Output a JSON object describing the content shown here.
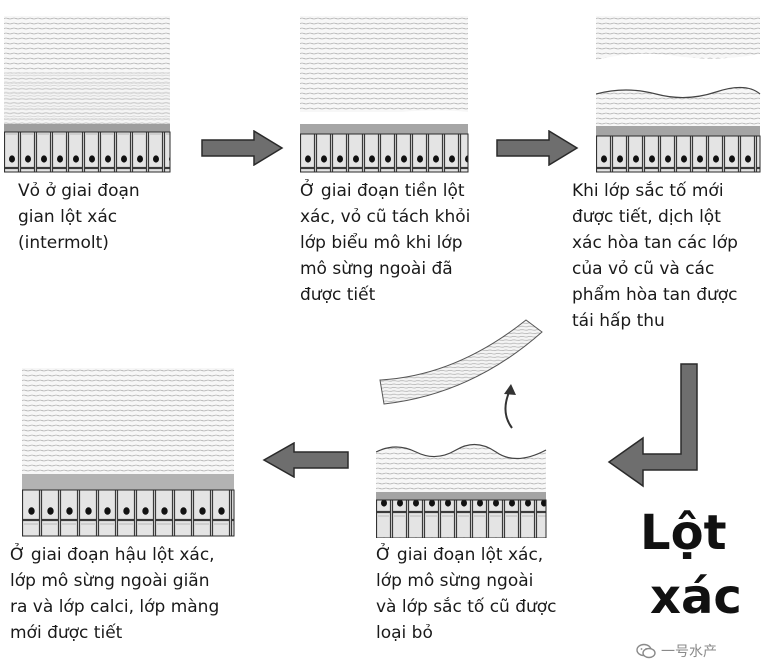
{
  "panels": {
    "intermolt": {
      "caption": "Vỏ ở giai đoạn\ngian lột xác\n(intermolt)"
    },
    "premolt": {
      "caption": "Ở giai đoạn tiền lột\nxác, vỏ cũ tách khỏi\nlớp biểu mô khi lớp\nmô sừng ngoài đã\nđược tiết"
    },
    "digestion": {
      "caption": "Khi lớp sắc tố mới\nđược tiết, dịch lột\nxác hòa tan các lớp\ncủa vỏ cũ và các\nphẩm hòa tan được\ntái hấp thu"
    },
    "ecdysis": {
      "caption": "Ở giai đoạn lột xác,\nlớp mô sừng ngoài\nvà lớp sắc tố cũ được\nloại bỏ"
    },
    "postmolt": {
      "caption": "Ở giai đoạn hậu lột xác,\nlớp mô sừng ngoài giãn\nra và lớp calci, lớp màng\nmới được tiết"
    }
  },
  "stage_label": {
    "line1": "Lột",
    "line2": "xác"
  },
  "watermark": {
    "text": "一号水产",
    "icon": "wechat-icon"
  },
  "colors": {
    "ink": "#1a1a1a",
    "arrow_fill": "#6e6e6e",
    "cell_fill": "#cfcfcf",
    "nucleus": "#111111"
  }
}
